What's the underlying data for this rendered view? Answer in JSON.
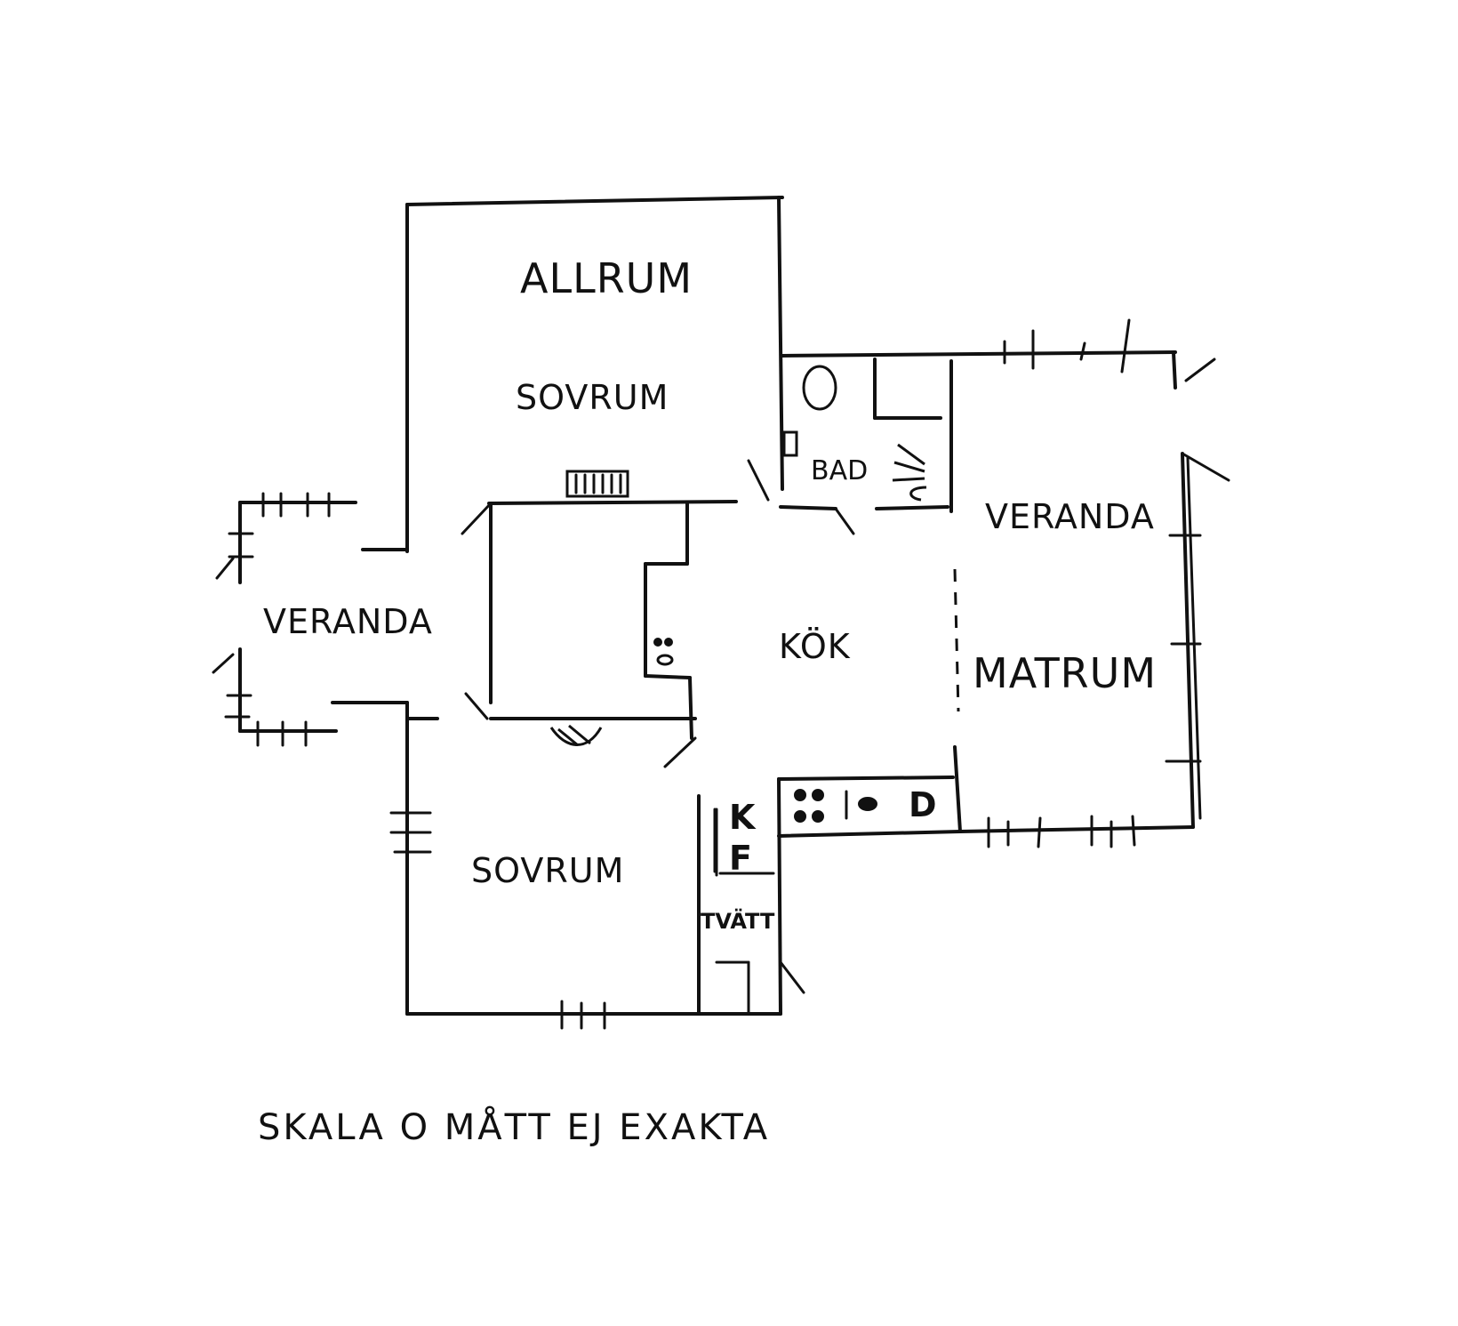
{
  "floor_plan": {
    "rooms": {
      "allrum": "ALLRUM",
      "sovrum_upper": "SOVRUM",
      "bad": "BAD",
      "veranda_left": "VERANDA",
      "kok": "KÖK",
      "veranda_right": "VERANDA",
      "matrum": "MATRUM",
      "sovrum_lower": "SOVRUM",
      "tvatt": "TVÄTT"
    },
    "fixtures": {
      "fridge": "K",
      "freezer": "F",
      "dishwasher": "D"
    },
    "note": "SKALA O MÅTT EJ EXAKTA"
  }
}
